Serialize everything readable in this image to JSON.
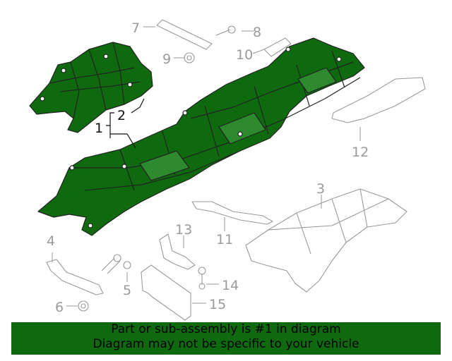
{
  "callouts": [
    {
      "id": "1",
      "label": "1",
      "highlighted": true
    },
    {
      "id": "2",
      "label": "2",
      "highlighted": true
    },
    {
      "id": "3",
      "label": "3",
      "highlighted": false
    },
    {
      "id": "4",
      "label": "4",
      "highlighted": false
    },
    {
      "id": "5",
      "label": "5",
      "highlighted": false
    },
    {
      "id": "6",
      "label": "6",
      "highlighted": false
    },
    {
      "id": "7",
      "label": "7",
      "highlighted": false
    },
    {
      "id": "8",
      "label": "8",
      "highlighted": false
    },
    {
      "id": "9",
      "label": "9",
      "highlighted": false
    },
    {
      "id": "10",
      "label": "10",
      "highlighted": false
    },
    {
      "id": "11",
      "label": "11",
      "highlighted": false
    },
    {
      "id": "12",
      "label": "12",
      "highlighted": false
    },
    {
      "id": "13",
      "label": "13",
      "highlighted": false
    },
    {
      "id": "14",
      "label": "14",
      "highlighted": false
    },
    {
      "id": "15",
      "label": "15",
      "highlighted": false
    }
  ],
  "banner": {
    "line1": "Part or sub-assembly is #1 in diagram",
    "line2": "Diagram may not be specific to your vehicle"
  },
  "colors": {
    "highlight_fill": "#0f6a0f",
    "outline": "#222222",
    "other_part_stroke": "#9a9a9a",
    "banner_bg": "#0f6a0f"
  }
}
